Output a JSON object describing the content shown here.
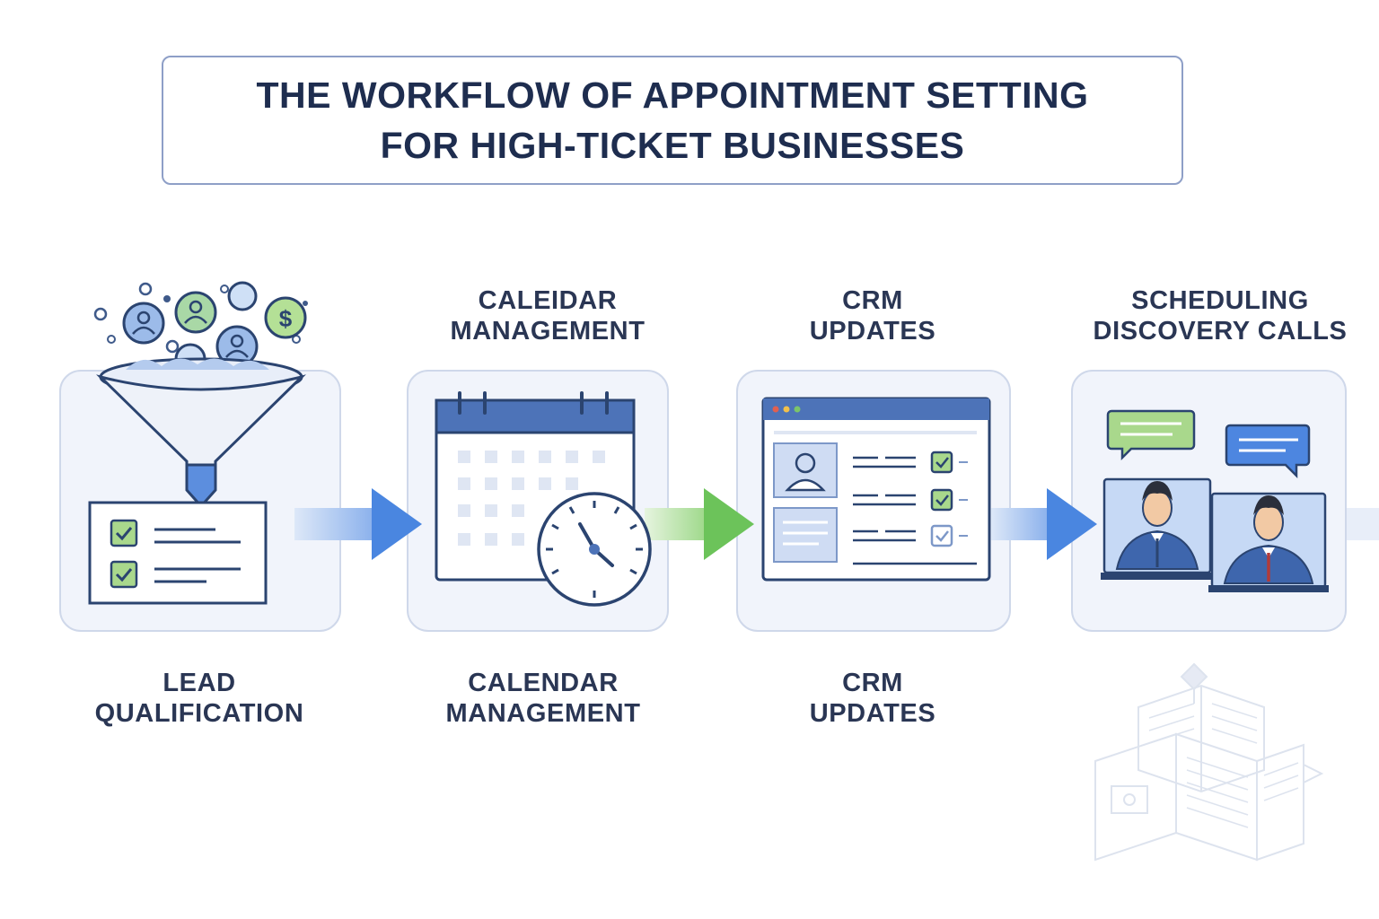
{
  "title": "THE WORKFLOW OF APPOINTMENT SETTING\nFOR HIGH-TICKET BUSINESSES",
  "steps": [
    {
      "top_label": "",
      "bottom_label": "LEAD\nQUALIFICATION",
      "icon": "funnel-icon"
    },
    {
      "top_label": "CALEIDAR\nMANAGEMENT",
      "bottom_label": "CALENDAR\nMANAGEMENT",
      "icon": "calendar-clock-icon"
    },
    {
      "top_label": "CRM\nUPDATES",
      "bottom_label": "CRM\nUPDATES",
      "icon": "crm-window-icon"
    },
    {
      "top_label": "SCHEDULING\nDISCOVERY CALLS",
      "bottom_label": "",
      "icon": "video-call-icon"
    }
  ],
  "colors": {
    "title_text": "#1e2d4f",
    "label_text": "#2a3654",
    "card_bg": "#f1f4fb",
    "arrow_blue": "#4a86e0",
    "arrow_green": "#6cc35a",
    "check_green": "#8fce6d"
  }
}
